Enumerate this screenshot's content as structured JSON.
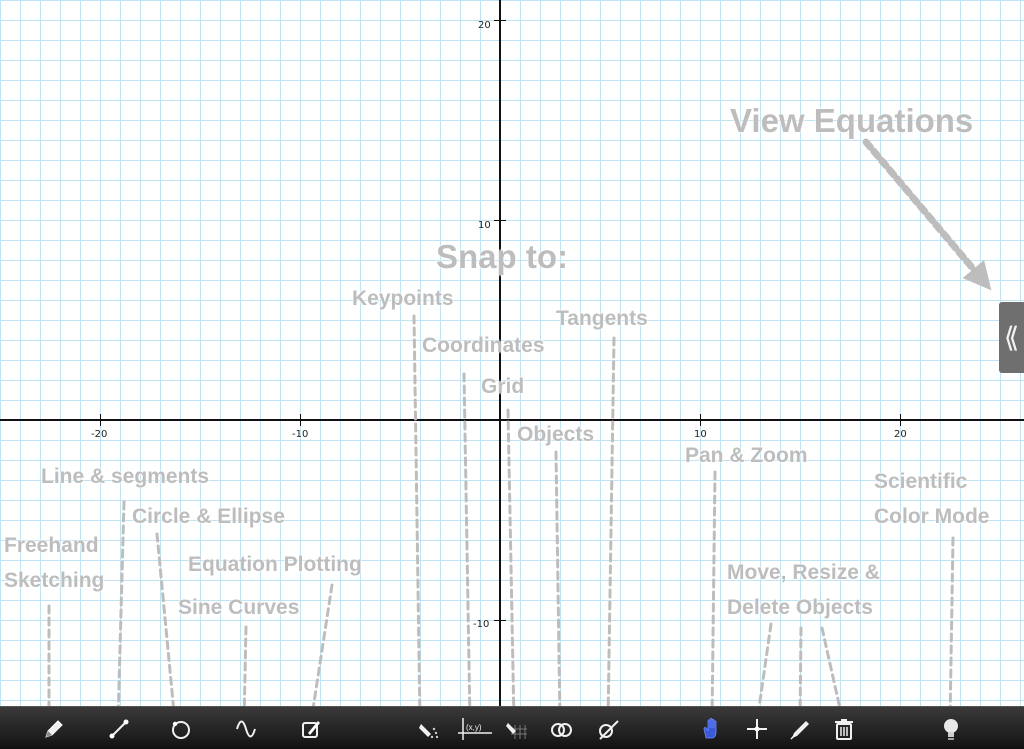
{
  "graph": {
    "x_tick_labels": [
      "-20",
      "-10",
      "10",
      "20"
    ],
    "y_tick_labels": [
      "20",
      "10",
      "-10"
    ]
  },
  "callouts": {
    "view_equations": "View Equations",
    "snap_to": "Snap to:",
    "keypoints": "Keypoints",
    "coordinates": "Coordinates",
    "grid": "Grid",
    "tangents": "Tangents",
    "objects": "Objects",
    "pan_zoom": "Pan & Zoom",
    "line_segments": "Line & segments",
    "circle_ellipse": "Circle & Ellipse",
    "freehand_1": "Freehand",
    "freehand_2": "Sketching",
    "equation_plotting": "Equation Plotting",
    "sine_curves": "Sine Curves",
    "move_resize_1": "Move, Resize &",
    "move_resize_2": "Delete Objects",
    "scientific_1": "Scientific",
    "scientific_2": "Color Mode"
  },
  "side_tab": {
    "glyph": "⟪"
  },
  "toolbar": {
    "coordinate_label": "(x,y)",
    "icons": [
      "pencil-icon",
      "line-segment-icon",
      "circle-icon",
      "sine-curve-icon",
      "equation-edit-icon",
      "snap-keypoints-icon",
      "snap-coordinates-icon",
      "snap-grid-icon",
      "snap-objects-icon",
      "snap-tangents-icon",
      "pan-zoom-hand-icon",
      "move-icon",
      "resize-pen-icon",
      "trash-icon",
      "lightbulb-icon"
    ],
    "active_icon": "pan-zoom-hand-icon",
    "active_color": "#3b5bd6"
  },
  "colors": {
    "grid_line": "#bfe3f2",
    "callout_text": "#bdbdbd",
    "axis": "#111111"
  }
}
